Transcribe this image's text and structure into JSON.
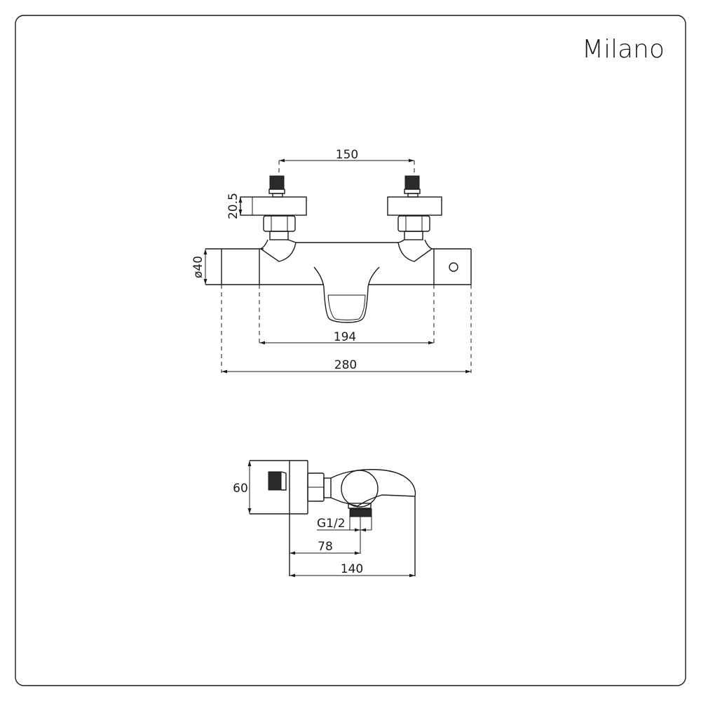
{
  "brand": "Milano",
  "front_view": {
    "dim_inlet_spacing": "150",
    "dim_block_height": "20.5",
    "dim_body_diameter": "ø40",
    "dim_inner_length": "194",
    "dim_total_length": "280"
  },
  "side_view": {
    "dim_height": "60",
    "dim_outlet_thread": "G1/2",
    "dim_outlet_offset": "78",
    "dim_depth": "140"
  },
  "colors": {
    "line": "#1a1a1a",
    "background": "#ffffff"
  }
}
